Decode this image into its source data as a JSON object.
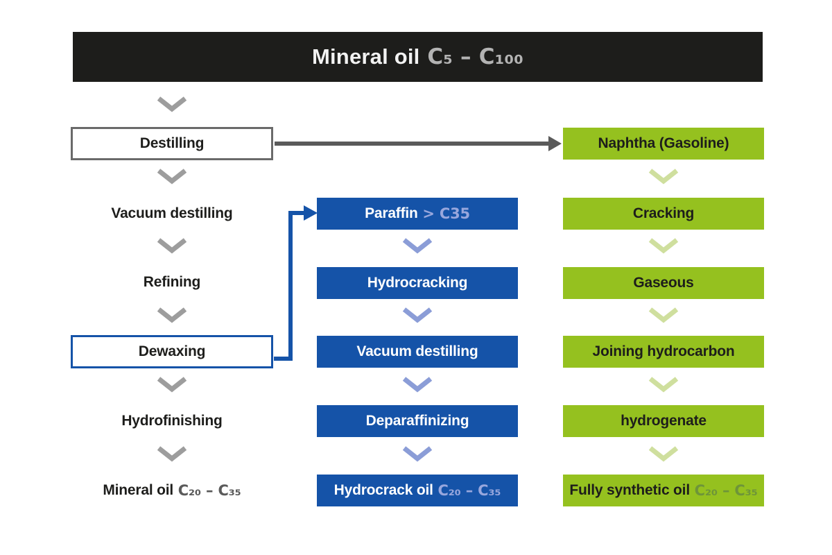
{
  "banner": {
    "text": "Mineral oil",
    "range": "C₅ – C₁₀₀"
  },
  "columns": {
    "left": {
      "items": [
        {
          "label": "Destilling"
        },
        {
          "label": "Vacuum destilling"
        },
        {
          "label": "Refining"
        },
        {
          "label": "Dewaxing"
        },
        {
          "label": "Hydrofinishing"
        },
        {
          "label": "Mineral oil",
          "range": "C₂₀ – C₃₅"
        }
      ]
    },
    "middle": {
      "items": [
        {
          "label": "Paraffin",
          "range": "> C35"
        },
        {
          "label": "Hydrocracking"
        },
        {
          "label": "Vacuum destilling"
        },
        {
          "label": "Deparaffinizing"
        },
        {
          "label": "Hydrocrack oil",
          "range": "C₂₀ – C₃₅"
        }
      ]
    },
    "right": {
      "items": [
        {
          "label": "Naphtha (Gasoline)"
        },
        {
          "label": "Cracking"
        },
        {
          "label": "Gaseous"
        },
        {
          "label": "Joining hydrocarbon"
        },
        {
          "label": "hydrogenate"
        },
        {
          "label": "Fully synthetic oil",
          "range": "C₂₀ – C₃₅"
        }
      ]
    }
  },
  "colors": {
    "banner_bg": "#1d1d1b",
    "process_blue": "#1553a8",
    "process_green": "#95c11f",
    "arrow_gray": "#5a5a5a",
    "chevron_gray": "#9d9d9d",
    "chevron_blue": "#8b9dd7",
    "chevron_green": "#cfdf9e",
    "range_on_blue": "#98a7dd",
    "range_on_green": "#6e9539",
    "range_on_white": "#5a5a5a",
    "range_on_banner": "#b3b3b3"
  }
}
